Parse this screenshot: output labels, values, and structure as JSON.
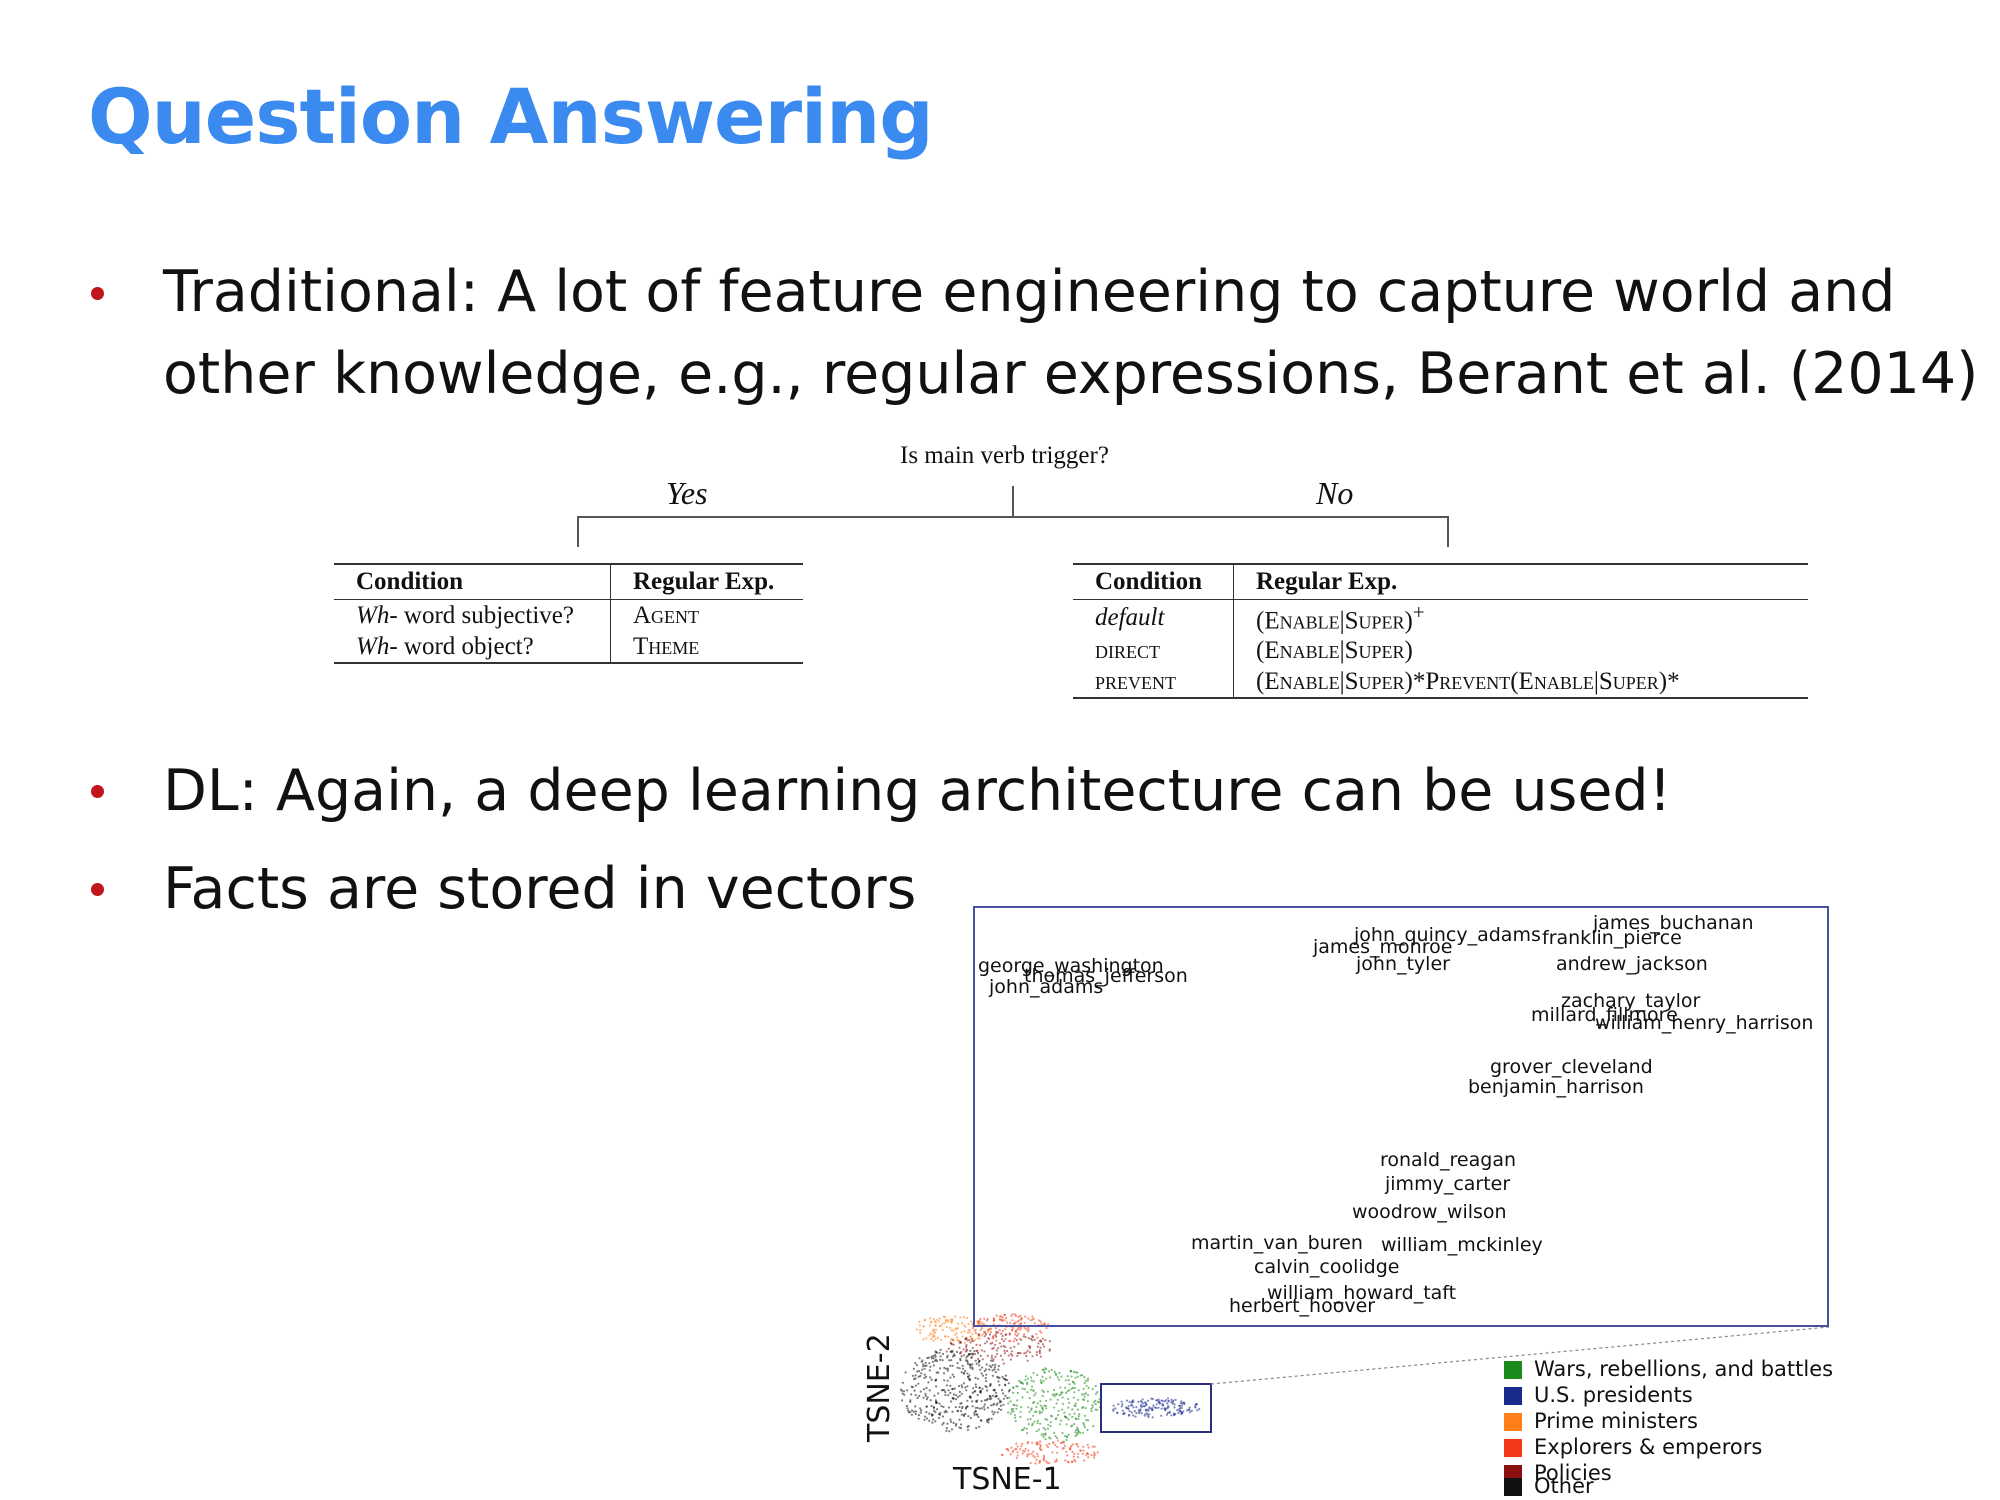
{
  "title": "Question Answering",
  "bullets": [
    {
      "line1": "Traditional: A lot of feature engineering to capture world and",
      "line2": "other knowledge,  e.g., regular expressions, Berant et al. (2014)"
    },
    {
      "text": "DL: Again, a deep learning architecture can be used!"
    },
    {
      "text": "Facts are stored in vectors"
    }
  ],
  "tree": {
    "question": "Is main verb trigger?",
    "yes": "Yes",
    "no": "No"
  },
  "table_yes": {
    "headers": [
      "Condition",
      "Regular Exp."
    ],
    "rows": [
      {
        "cond_it": "Wh-",
        "cond": " word subjective?",
        "exp": "Agent"
      },
      {
        "cond_it": "Wh-",
        "cond": " word object?",
        "exp": "Theme"
      }
    ]
  },
  "table_no": {
    "headers": [
      "Condition",
      "Regular Exp."
    ],
    "rows": [
      {
        "cond": "default",
        "exp": "(Enable|Super)",
        "sup": "+"
      },
      {
        "cond": "direct",
        "exp": "(Enable|Super)",
        "sup": ""
      },
      {
        "cond": "prevent",
        "exp": "(Enable|Super)*Prevent(Enable|Super)*",
        "sup": ""
      }
    ]
  },
  "tsne": {
    "xlabel": "TSNE-1",
    "ylabel": "TSNE-2",
    "names": [
      "george_washington",
      "thomas_jefferson",
      "john_adams",
      "john_quincy_adams",
      "james_monroe",
      "john_tyler",
      "franklin_pierce",
      "james_buchanan",
      "andrew_jackson",
      "zachary_taylor",
      "millard_fillmore",
      "william_henry_harrison",
      "grover_cleveland",
      "benjamin_harrison",
      "ronald_reagan",
      "jimmy_carter",
      "woodrow_wilson",
      "martin_van_buren",
      "william_mckinley",
      "calvin_coolidge",
      "william_howard_taft",
      "herbert_hoover"
    ],
    "legend": [
      {
        "label": "Wars, rebellions, and battles",
        "color": "#1a8a1a"
      },
      {
        "label": "U.S. presidents",
        "color": "#1a2a8c"
      },
      {
        "label": "Prime ministers",
        "color": "#ff7f1a"
      },
      {
        "label": "Explorers & emperors",
        "color": "#f23a1a"
      },
      {
        "label": "Policies",
        "color": "#8a1010"
      },
      {
        "label": "Other",
        "color": "#111111"
      }
    ]
  }
}
